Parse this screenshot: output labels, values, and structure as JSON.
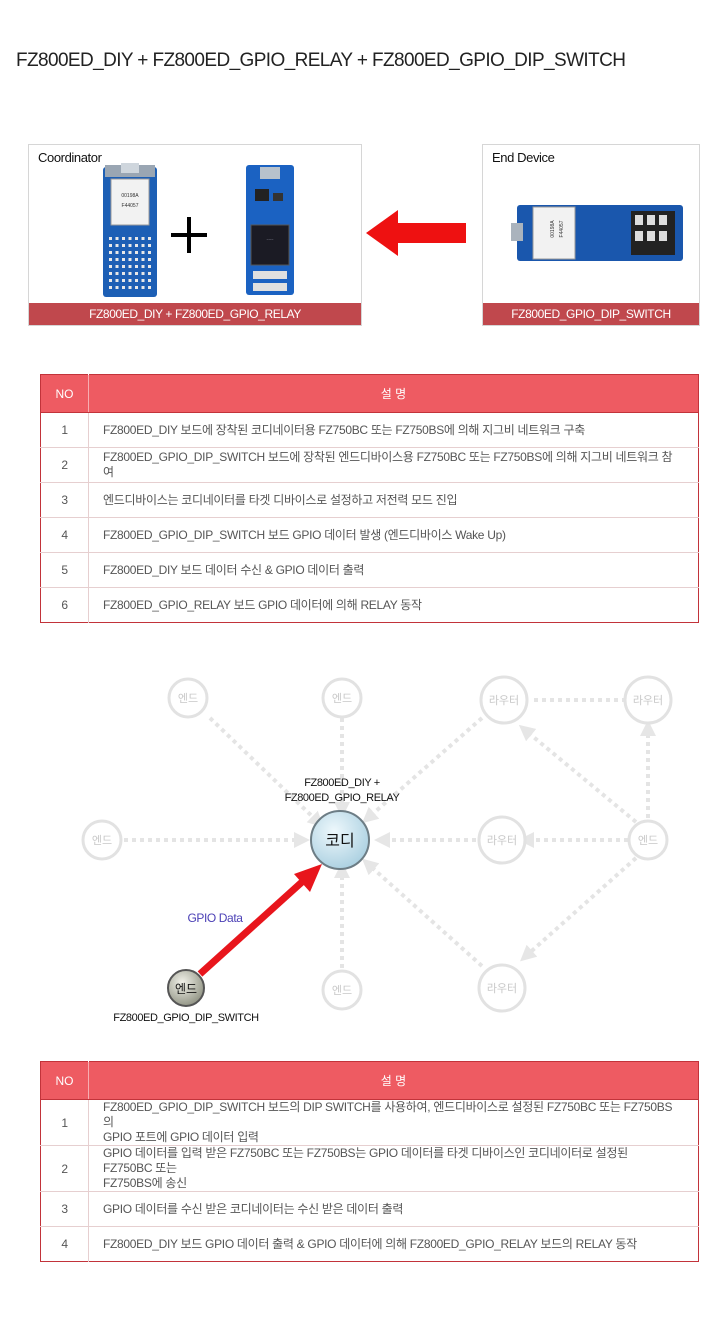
{
  "page_title": "FZ800ED_DIY + FZ800ED_GPIO_RELAY + FZ800ED_GPIO_DIP_SWITCH",
  "coordinator_panel": {
    "title": "Coordinator",
    "caption": "FZ800ED_DIY + FZ800ED_GPIO_RELAY"
  },
  "end_device_panel": {
    "title": "End Device",
    "caption": "FZ800ED_GPIO_DIP_SWITCH"
  },
  "board_labels": {
    "chip_line1": "00198A",
    "chip_line2": "F44057"
  },
  "table1": {
    "header_no": "NO",
    "header_desc": "설   명",
    "rows": [
      {
        "no": "1",
        "text": "FZ800ED_DIY 보드에 장착된 코디네이터용 FZ750BC 또는 FZ750BS에 의해 지그비 네트워크 구축"
      },
      {
        "no": "2",
        "text": "FZ800ED_GPIO_DIP_SWITCH 보드에 장착된 엔드디바이스용 FZ750BC 또는 FZ750BS에 의해 지그비 네트워크 참여"
      },
      {
        "no": "3",
        "text": "엔드디바이스는 코디네이터를 타겟 디바이스로 설정하고 저전력 모드 진입"
      },
      {
        "no": "4",
        "text": "FZ800ED_GPIO_DIP_SWITCH 보드 GPIO 데이터 발생 (엔드디바이스 Wake Up)"
      },
      {
        "no": "5",
        "text": "FZ800ED_DIY 보드 데이터 수신 & GPIO 데이터 출력"
      },
      {
        "no": "6",
        "text": "FZ800ED_GPIO_RELAY 보드 GPIO 데이터에 의해 RELAY 동작"
      }
    ]
  },
  "network": {
    "coordinator_label": "코디",
    "coordinator_caption_line1": "FZ800ED_DIY +",
    "coordinator_caption_line2": "FZ800ED_GPIO_RELAY",
    "end_label": "엔드",
    "router_label": "라우터",
    "active_end_label": "엔드",
    "active_end_caption": "FZ800ED_GPIO_DIP_SWITCH",
    "data_label": "GPIO Data",
    "colors": {
      "arrow": "#e8151c",
      "data_label": "#4a3fb5",
      "node_faded": "#c8c8c8"
    }
  },
  "table2": {
    "header_no": "NO",
    "header_desc": "설   명",
    "rows": [
      {
        "no": "1",
        "text_line1": "FZ800ED_GPIO_DIP_SWITCH 보드의 DIP SWITCH를 사용하여, 엔드디바이스로 설정된 FZ750BC 또는 FZ750BS의",
        "text_line2": "GPIO 포트에 GPIO 데이터 입력"
      },
      {
        "no": "2",
        "text_line1": "GPIO 데이터를 입력 받은 FZ750BC 또는 FZ750BS는 GPIO 데이터를 타겟 디바이스인 코디네이터로 설정된 FZ750BC 또는",
        "text_line2": "FZ750BS에 송신"
      },
      {
        "no": "3",
        "text_line1": "GPIO 데이터를 수신 받은 코디네이터는 수신 받은 데이터 출력",
        "text_line2": ""
      },
      {
        "no": "4",
        "text_line1": "FZ800ED_DIY 보드 GPIO 데이터 출력 & GPIO 데이터에 의해 FZ800ED_GPIO_RELAY 보드의 RELAY 동작",
        "text_line2": ""
      }
    ]
  }
}
